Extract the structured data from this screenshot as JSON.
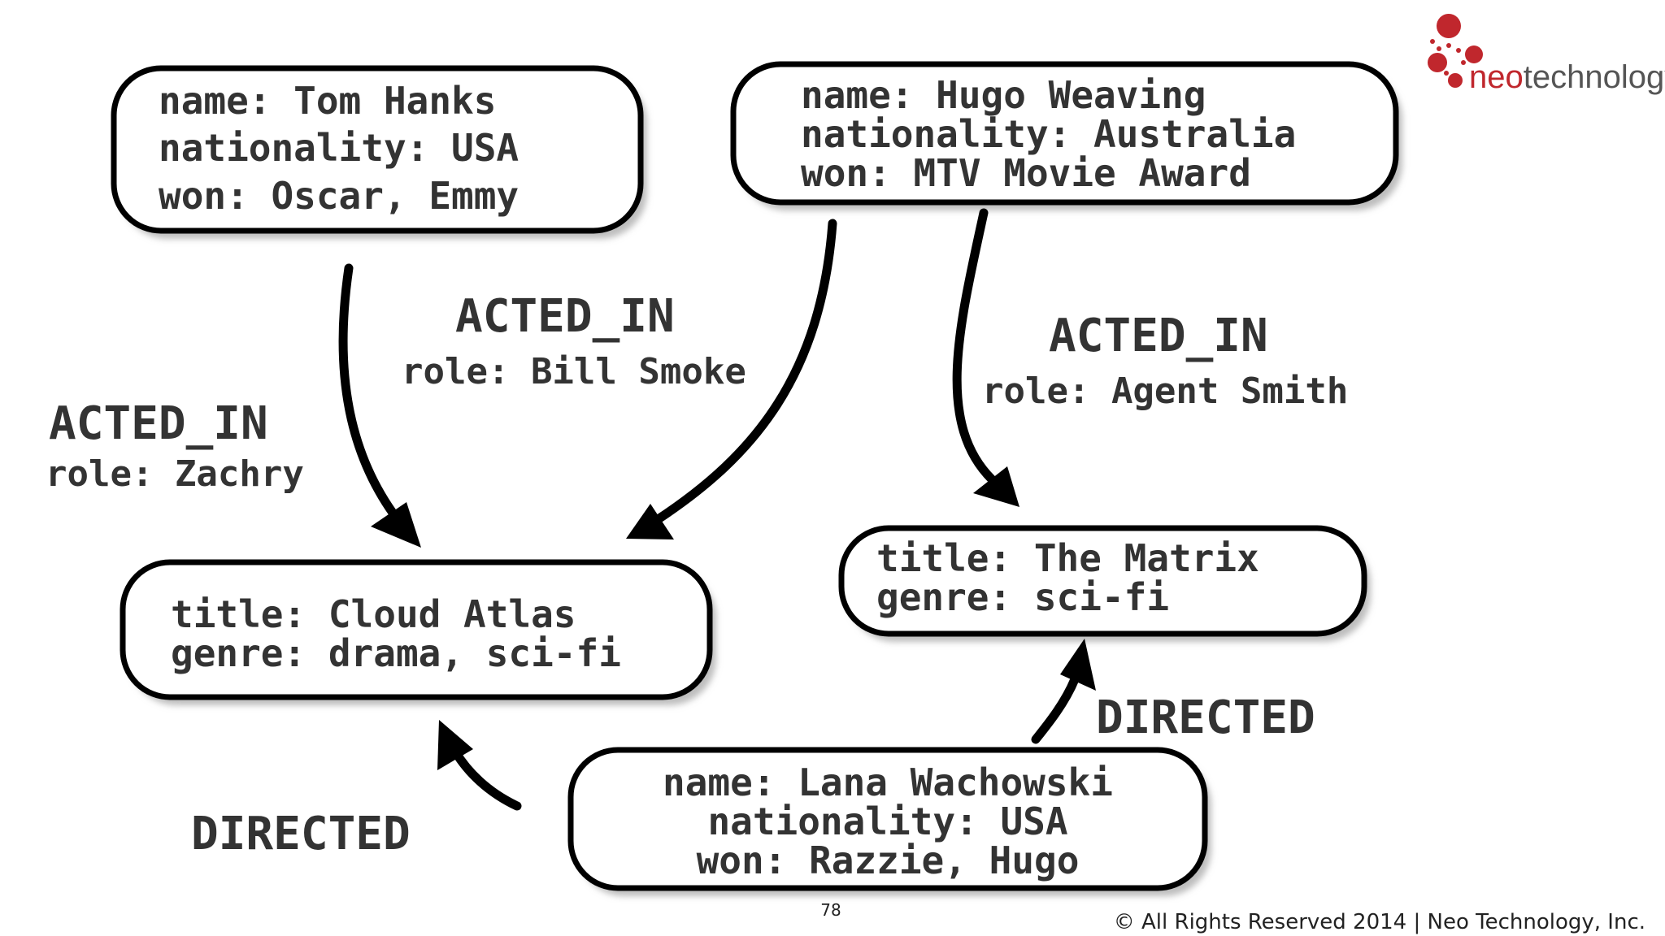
{
  "nodes": {
    "tom_hanks": {
      "name": "name: Tom Hanks",
      "nationality": "nationality: USA",
      "won": "won: Oscar, Emmy"
    },
    "hugo_weaving": {
      "name": "name: Hugo Weaving",
      "nationality": "nationality: Australia",
      "won": "won: MTV Movie Award"
    },
    "cloud_atlas": {
      "title": "title: Cloud Atlas",
      "genre": "genre: drama, sci-fi"
    },
    "the_matrix": {
      "title": "title: The Matrix",
      "genre": "genre: sci-fi"
    },
    "lana_wachowski": {
      "name": "name: Lana Wachowski",
      "nationality": "nationality: USA",
      "won": "won: Razzie, Hugo"
    }
  },
  "edges": {
    "tom_cloud": {
      "type": "ACTED_IN",
      "role": "role: Zachry"
    },
    "hugo_cloud": {
      "type": "ACTED_IN",
      "role": "role: Bill Smoke"
    },
    "hugo_matrix": {
      "type": "ACTED_IN",
      "role": "role: Agent Smith"
    },
    "lana_cloud": {
      "type": "DIRECTED"
    },
    "lana_matrix": {
      "type": "DIRECTED"
    }
  },
  "logo": {
    "prefix": "neo",
    "suffix": "technology",
    "dot_color": "#c0272d"
  },
  "footer": {
    "page_number": "78",
    "copyright": "© All Rights Reserved 2014 | Neo Technology, Inc."
  }
}
